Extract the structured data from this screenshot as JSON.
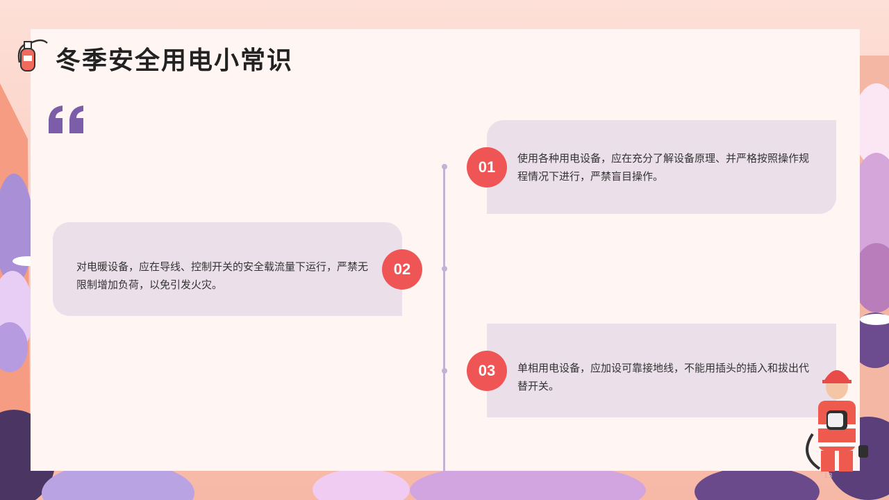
{
  "slide": {
    "title": "冬季安全用电小常识",
    "page_number": "13"
  },
  "items": [
    {
      "number": "01",
      "text": "使用各种用电设备，应在充分了解设备原理、并严格按照操作规程情况下进行，严禁盲目操作。"
    },
    {
      "number": "02",
      "text": "对电暖设备，应在导线、控制开关的安全载流量下运行，严禁无限制增加负荷，以免引发火灾。"
    },
    {
      "number": "03",
      "text": "单相用电设备，应加设可靠接地线，不能用插头的插入和拔出代替开关。"
    }
  ],
  "icons": [
    "fire-extinguisher-icon",
    "quote-mark-icon",
    "firefighter-illustration"
  ],
  "colors": {
    "accent": "#ef5554",
    "card": "#ebe0ea",
    "quote": "#7b5ea7",
    "timeline": "#c3b2d6",
    "panel": "#fff6f4"
  }
}
